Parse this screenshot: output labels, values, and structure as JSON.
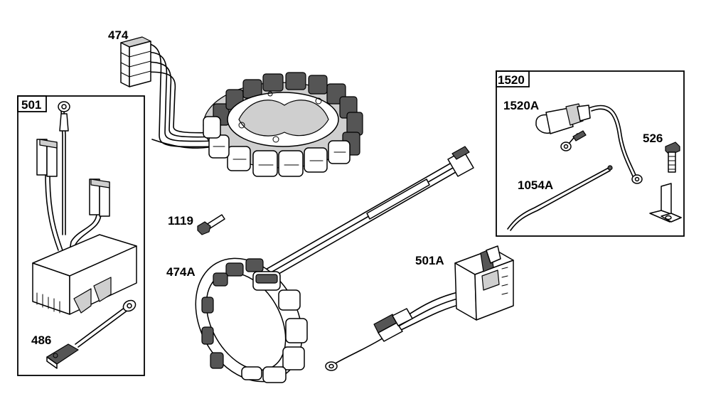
{
  "labels": {
    "p474": "474",
    "p501": "501",
    "p1520": "1520",
    "p1520A": "1520A",
    "p526": "526",
    "p1054A": "1054A",
    "p1119": "1119",
    "p474A": "474A",
    "p501A": "501A",
    "p486": "486"
  },
  "colors": {
    "line": "#000000",
    "shade": "#cfcfcf",
    "dark": "#555555",
    "background": "#ffffff"
  }
}
